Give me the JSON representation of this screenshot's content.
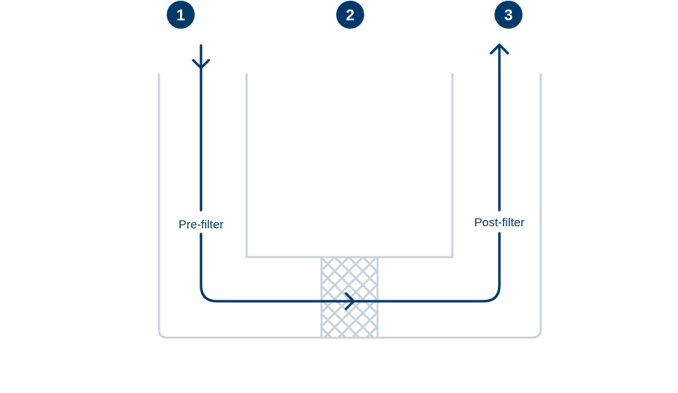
{
  "steps": [
    "1",
    "2",
    "3"
  ],
  "labels": {
    "pre": "Pre-filter",
    "post": "Post-filter"
  },
  "colors": {
    "flow": "#003a6b",
    "vessel": "#c8d3dc",
    "circle": "#003a6b"
  }
}
